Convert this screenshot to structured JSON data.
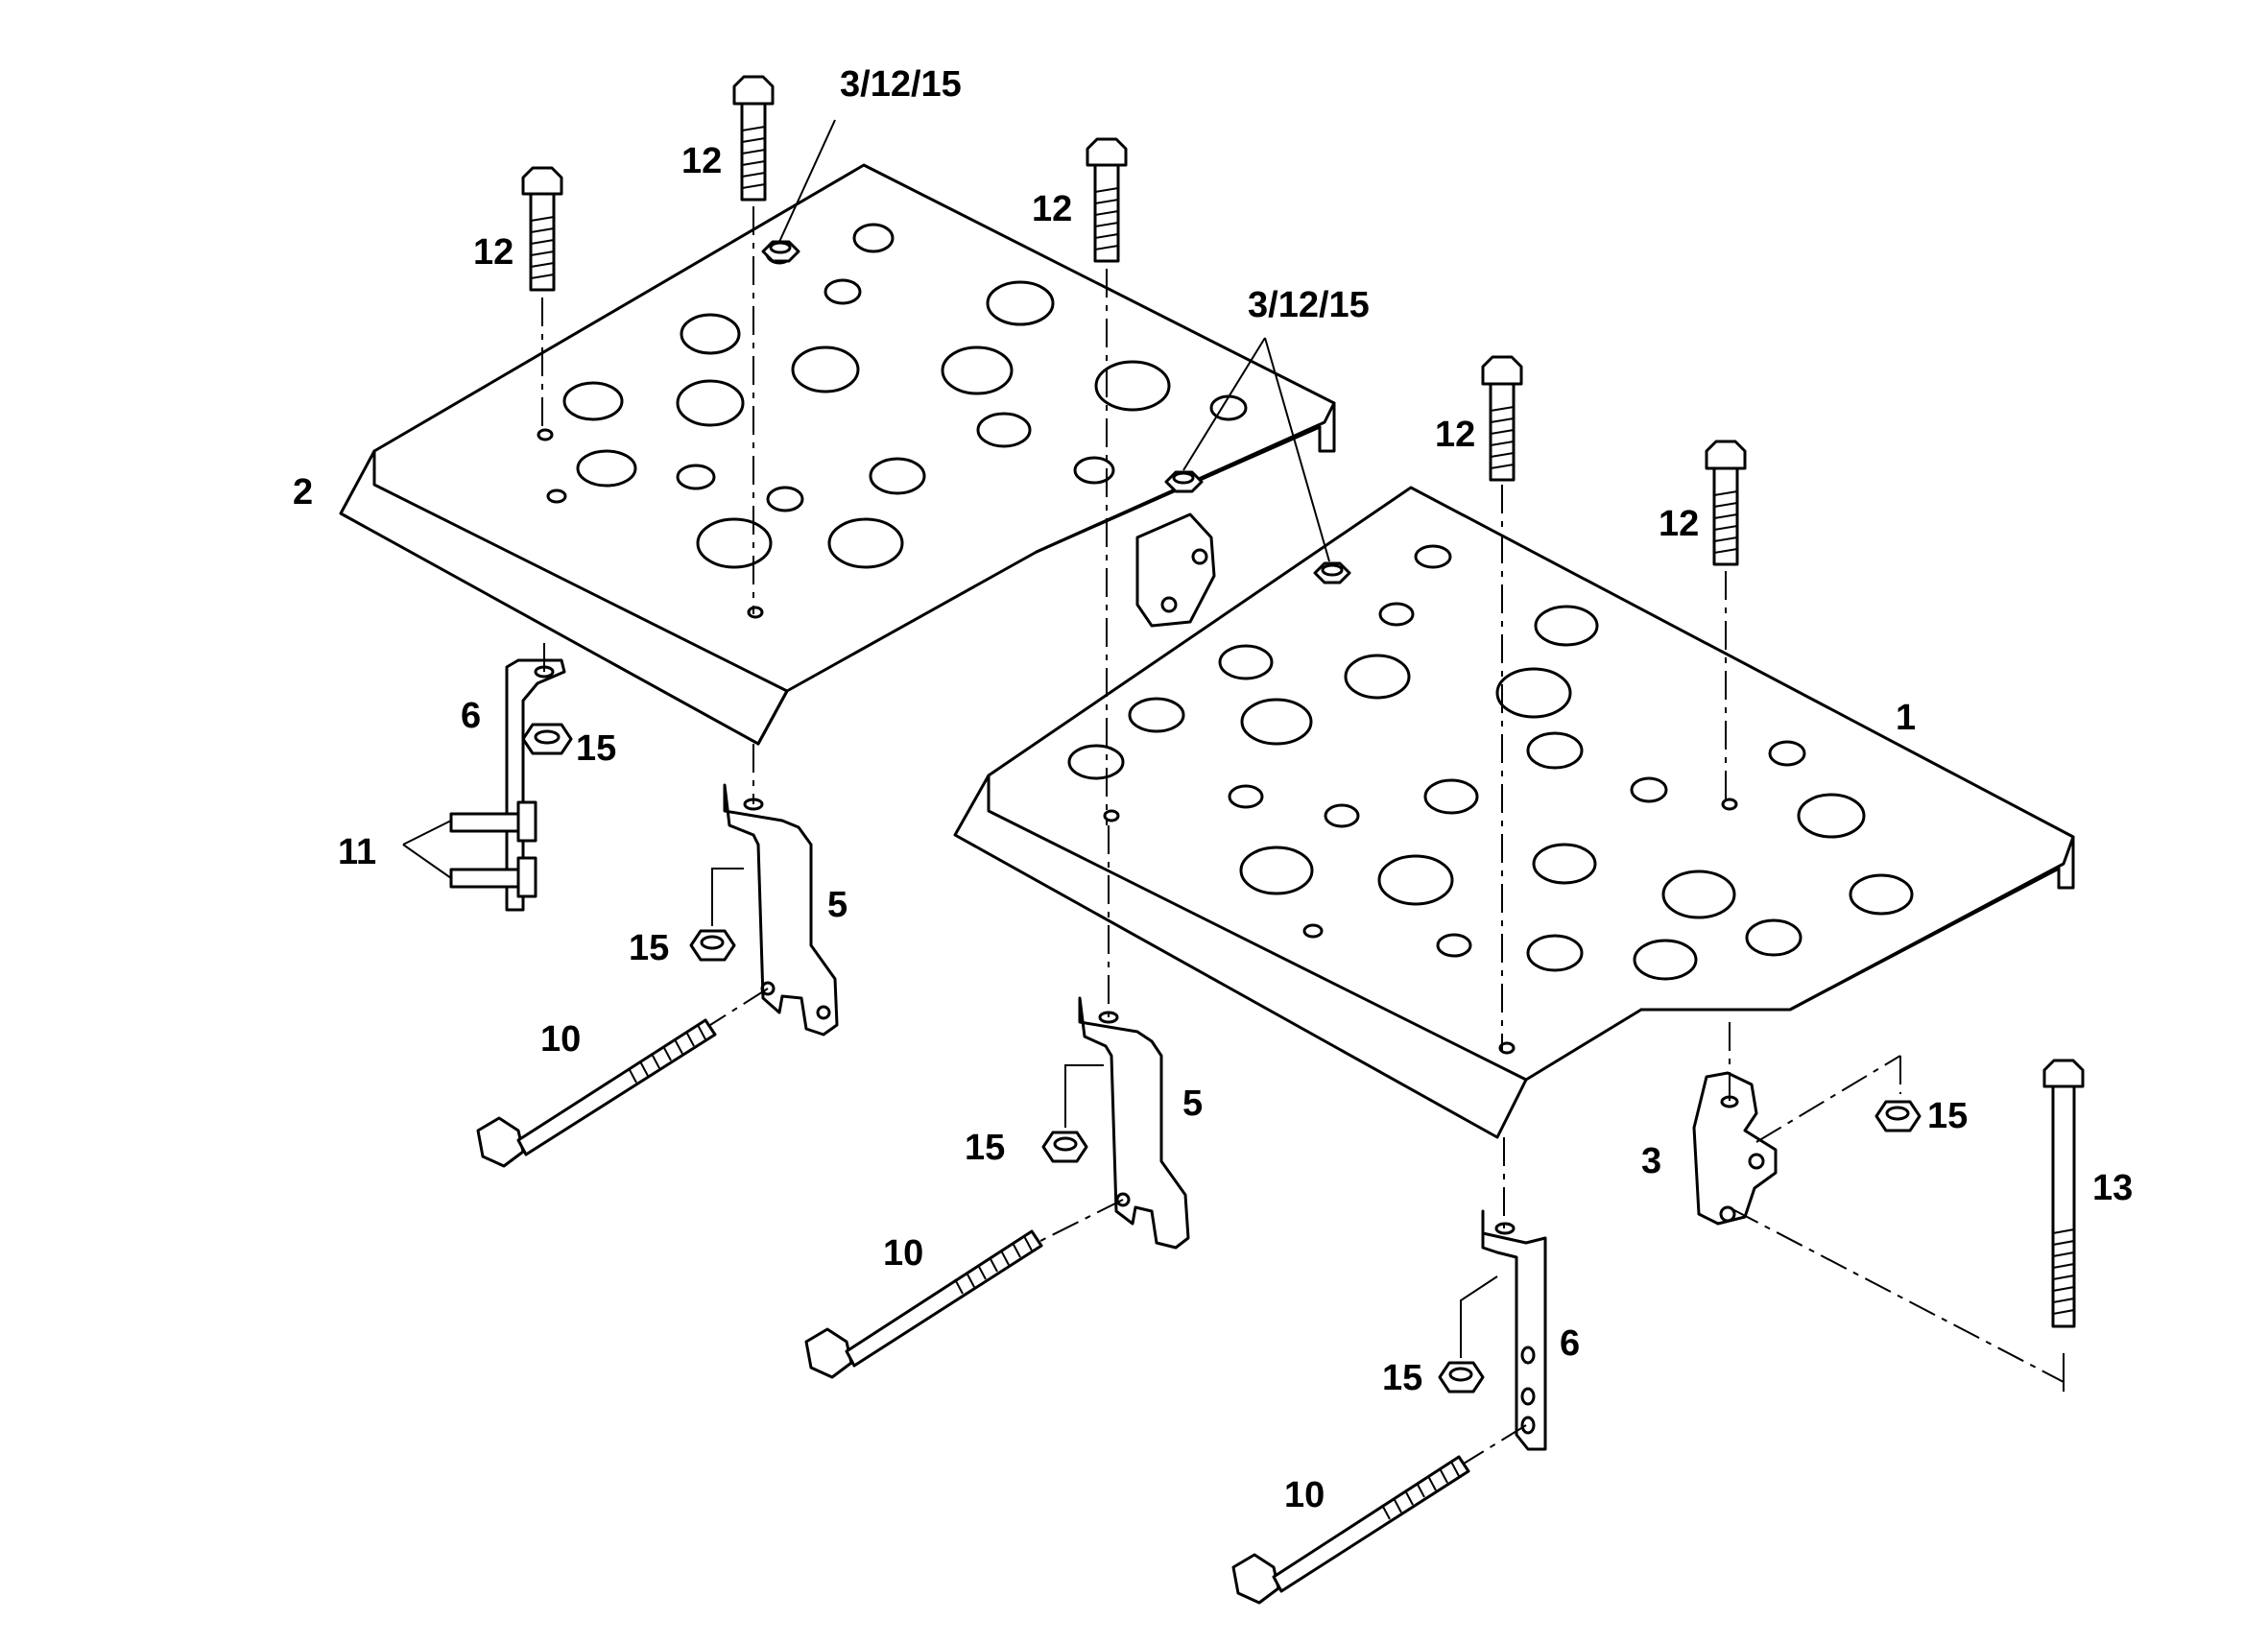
{
  "callouts": {
    "plate_right": "1",
    "plate_left": "2",
    "bracket_3": "3",
    "ref_3_12_15_left": "3/12/15",
    "ref_3_12_15_right": "3/12/15",
    "bracket_5_left": "5",
    "bracket_5_mid": "5",
    "bracket_6_left": "6",
    "bracket_6_right": "6",
    "bolt_10_left": "10",
    "bolt_10_mid": "10",
    "bolt_10_right": "10",
    "screws_11": "11",
    "bolt_12_a": "12",
    "bolt_12_b": "12",
    "bolt_12_c": "12",
    "bolt_12_d": "12",
    "bolt_12_e": "12",
    "bolt_13": "13",
    "nut_15_a": "15",
    "nut_15_b": "15",
    "nut_15_c": "15",
    "nut_15_d": "15",
    "nut_15_e": "15"
  },
  "colors": {
    "line": "#000000",
    "background": "#ffffff"
  }
}
